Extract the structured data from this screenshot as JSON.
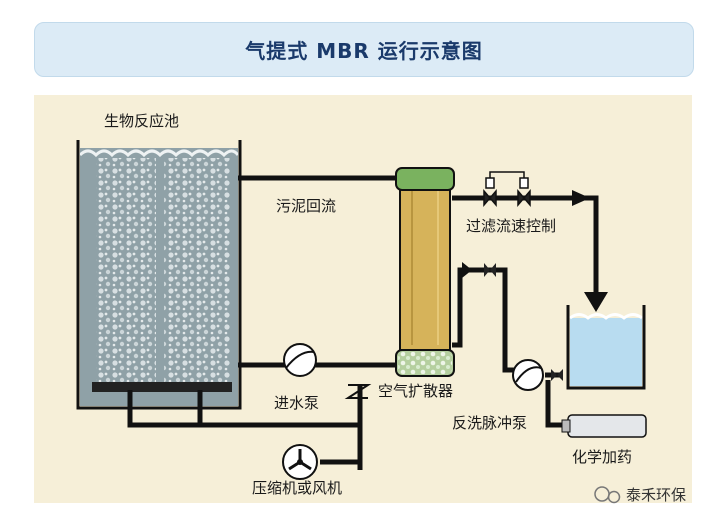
{
  "title": "气提式 MBR 运行示意图",
  "labels": {
    "bioreactor": "生物反应池",
    "sludge_return": "污泥回流",
    "filtration_flow_control": "过滤流速控制",
    "feed_pump": "进水泵",
    "air_diffuser": "空气扩散器",
    "backwash_pulse_pump": "反洗脉冲泵",
    "chemical_dosing": "化学加药",
    "compressor_or_blower": "压缩机或风机"
  },
  "watermark": "泰禾环保",
  "colors": {
    "banner_bg": "#dcebf6",
    "title_text": "#1a3a6b",
    "panel_bg": "#f6efd8",
    "pipe": "#111111",
    "tank_water": "#8fa1a7",
    "module_body": "#d6b35a",
    "module_cap": "#7ab25f",
    "effluent_water": "#b8dcf0"
  }
}
